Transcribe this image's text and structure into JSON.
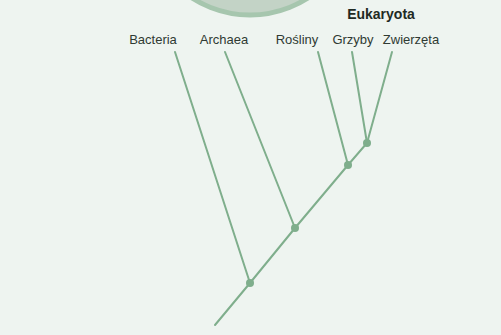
{
  "diagram": {
    "labels": [
      "Eukaryota",
      "Bacteria",
      "Archaea",
      "Rośliny",
      "Grzyby",
      "Zwierzęta"
    ]
  }
}
